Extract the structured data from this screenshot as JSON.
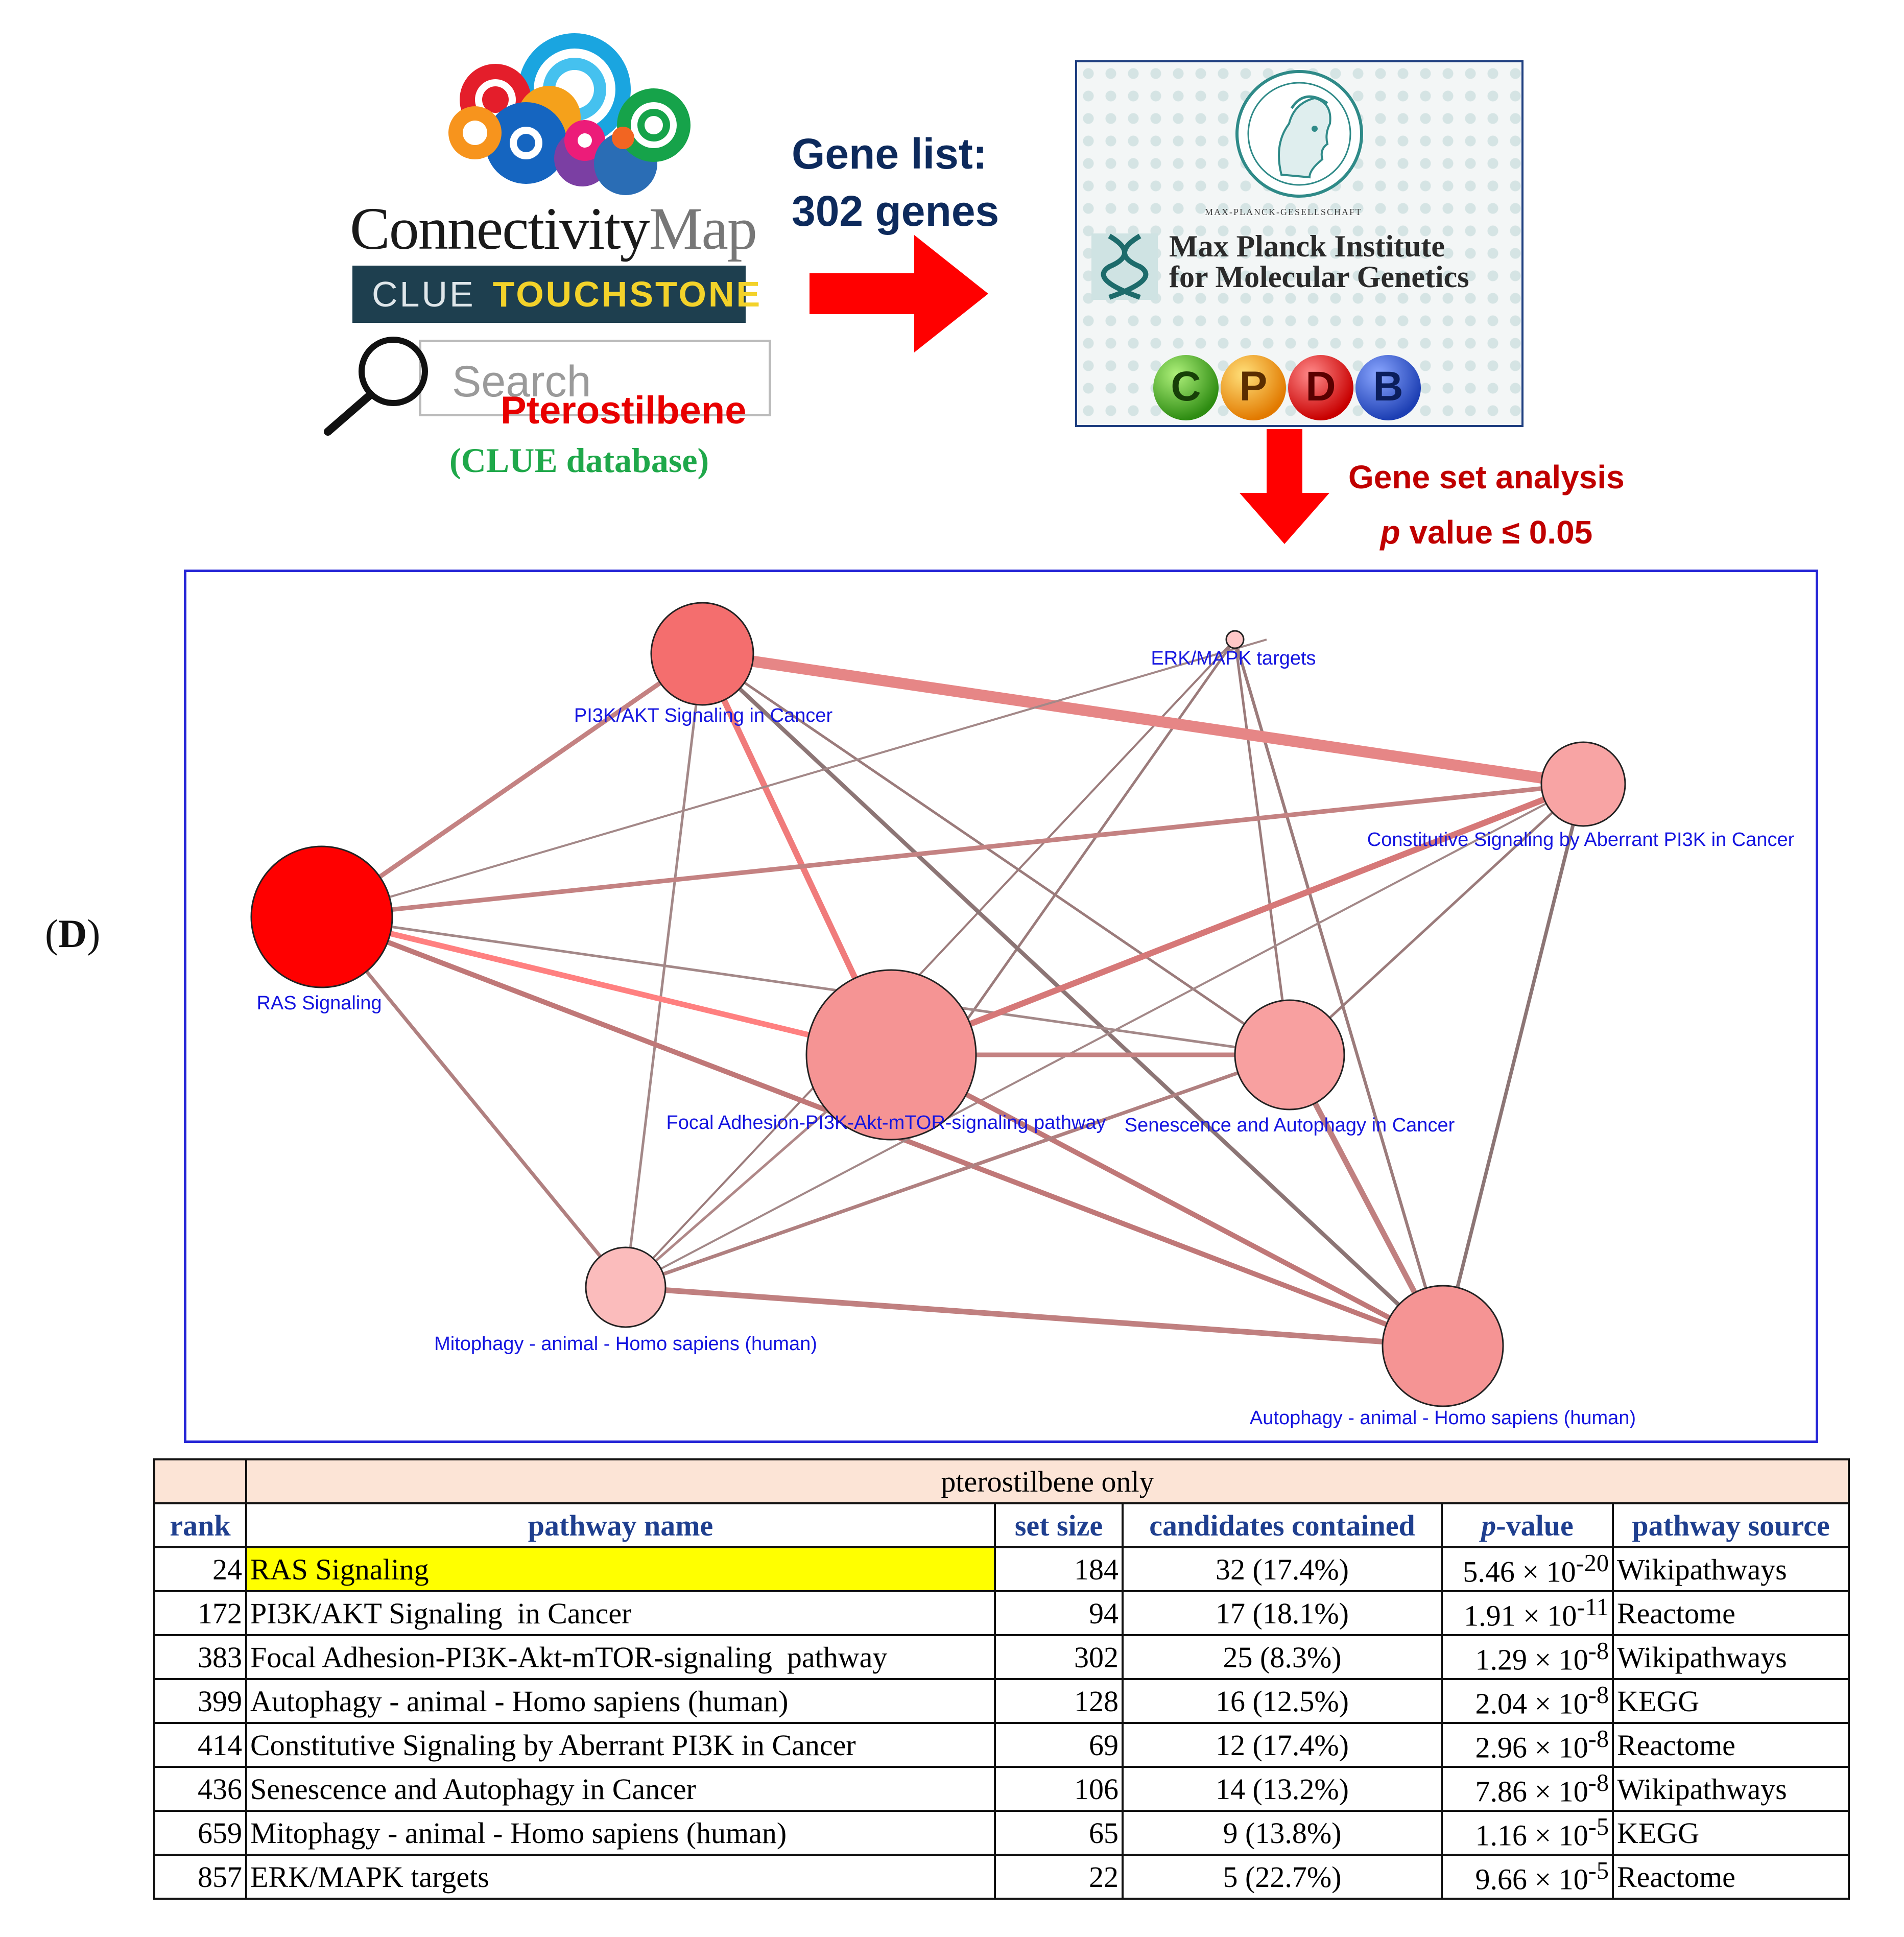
{
  "workflow": {
    "cmap_title_dark": "Connectivity",
    "cmap_title_light": "Map",
    "clue_label": "CLUE",
    "touchstone_label": "TOUCHSTONE",
    "search_placeholder": "Search",
    "query_compound": "Pterostilbene",
    "database_note": "(CLUE database)",
    "gene_list_line1": "Gene list:",
    "gene_list_line2": "302 genes",
    "mpi_small": "MAX-PLANCK-GESELLSCHAFT",
    "mpi_name_line1": "Max Planck Institute",
    "mpi_name_line2": "for Molecular Genetics",
    "cpdb_letters": [
      "C",
      "P",
      "D",
      "B"
    ],
    "analysis_line1": "Gene set analysis",
    "analysis_p": "p",
    "analysis_line2_rest": " value ≤ 0.05"
  },
  "panel_label_open": "(",
  "panel_label_letter": "D",
  "panel_label_close": ")",
  "network": {
    "nodes": [
      {
        "id": "ras",
        "label": "RAS Signaling",
        "color": "#ff0000"
      },
      {
        "id": "pi3k",
        "label": "PI3K/AKT Signaling in Cancer",
        "color": "#f46e6e"
      },
      {
        "id": "erk",
        "label": "ERK/MAPK targets",
        "color": "#ffc8c8"
      },
      {
        "id": "const",
        "label": "Constitutive Signaling by Aberrant PI3K in Cancer",
        "color": "#f8a4a4"
      },
      {
        "id": "focal",
        "label": "Focal Adhesion-PI3K-Akt-mTOR-signaling pathway",
        "color": "#f59494"
      },
      {
        "id": "sen",
        "label": "Senescence and Autophagy in Cancer",
        "color": "#f8a0a0"
      },
      {
        "id": "mito",
        "label": "Mitophagy - animal - Homo sapiens (human)",
        "color": "#fbbcbc"
      },
      {
        "id": "auto",
        "label": "Autophagy - animal - Homo sapiens (human)",
        "color": "#f59494"
      }
    ]
  },
  "table": {
    "group_header": "pterostilbene only",
    "columns": [
      "rank",
      "pathway name",
      "set size",
      "candidates contained",
      "-value",
      "pathway source"
    ],
    "pvalue_prefix": "p",
    "rows": [
      {
        "rank": "24",
        "name": "RAS Signaling",
        "size": "184",
        "cand": "32 (17.4%)",
        "mant": "5.46 × 10",
        "exp": "-20",
        "src": "Wikipathways"
      },
      {
        "rank": "172",
        "name": "PI3K/AKT Signaling  in Cancer",
        "size": "94",
        "cand": "17 (18.1%)",
        "mant": "1.91 × 10",
        "exp": "-11",
        "src": "Reactome"
      },
      {
        "rank": "383",
        "name": "Focal Adhesion-PI3K-Akt-mTOR-signaling  pathway",
        "size": "302",
        "cand": "25 (8.3%)",
        "mant": "1.29 × 10",
        "exp": "-8",
        "src": "Wikipathways"
      },
      {
        "rank": "399",
        "name": "Autophagy - animal - Homo sapiens (human)",
        "size": "128",
        "cand": "16 (12.5%)",
        "mant": "2.04 × 10",
        "exp": "-8",
        "src": "KEGG"
      },
      {
        "rank": "414",
        "name": "Constitutive Signaling by Aberrant PI3K in Cancer",
        "size": "69",
        "cand": "12 (17.4%)",
        "mant": "2.96 × 10",
        "exp": "-8",
        "src": "Reactome"
      },
      {
        "rank": "436",
        "name": "Senescence and Autophagy in Cancer",
        "size": "106",
        "cand": "14 (13.2%)",
        "mant": "7.86 × 10",
        "exp": "-8",
        "src": "Wikipathways"
      },
      {
        "rank": "659",
        "name": "Mitophagy - animal - Homo sapiens (human)",
        "size": "65",
        "cand": "9 (13.8%)",
        "mant": "1.16 × 10",
        "exp": "-5",
        "src": "KEGG"
      },
      {
        "rank": "857",
        "name": "ERK/MAPK targets",
        "size": "22",
        "cand": "5 (22.7%)",
        "mant": "9.66 × 10",
        "exp": "-5",
        "src": "Reactome"
      }
    ]
  }
}
